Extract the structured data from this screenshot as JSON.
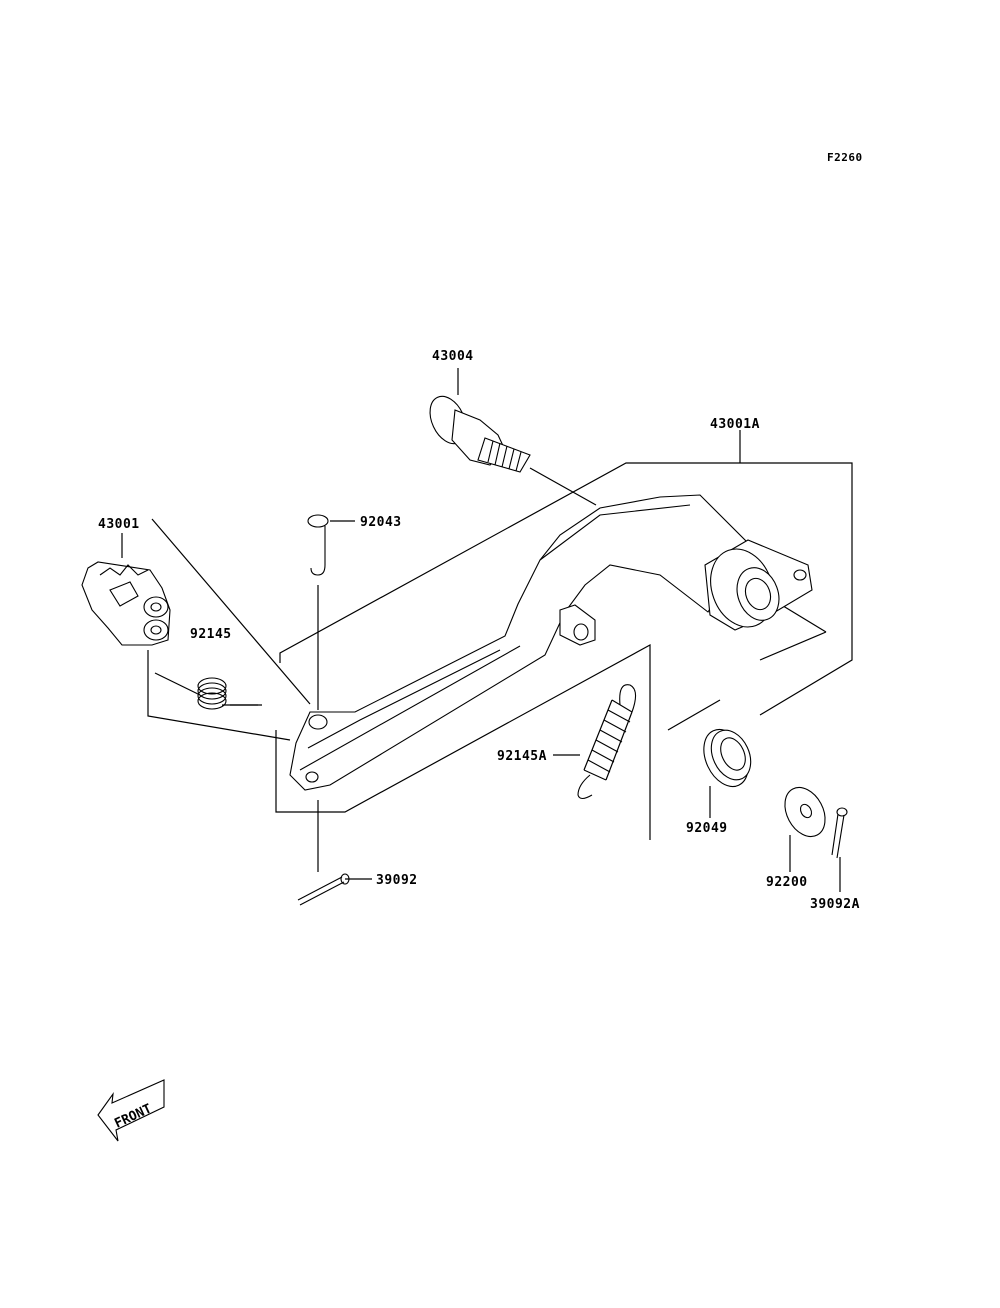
{
  "figure_code": "F2260",
  "front_label": "FRONT",
  "parts": {
    "p43004": "43004",
    "p43001A": "43001A",
    "p43001": "43001",
    "p92043": "92043",
    "p92145": "92145",
    "p92145A": "92145A",
    "p92049": "92049",
    "p92200": "92200",
    "p39092": "39092",
    "p39092A": "39092A"
  }
}
